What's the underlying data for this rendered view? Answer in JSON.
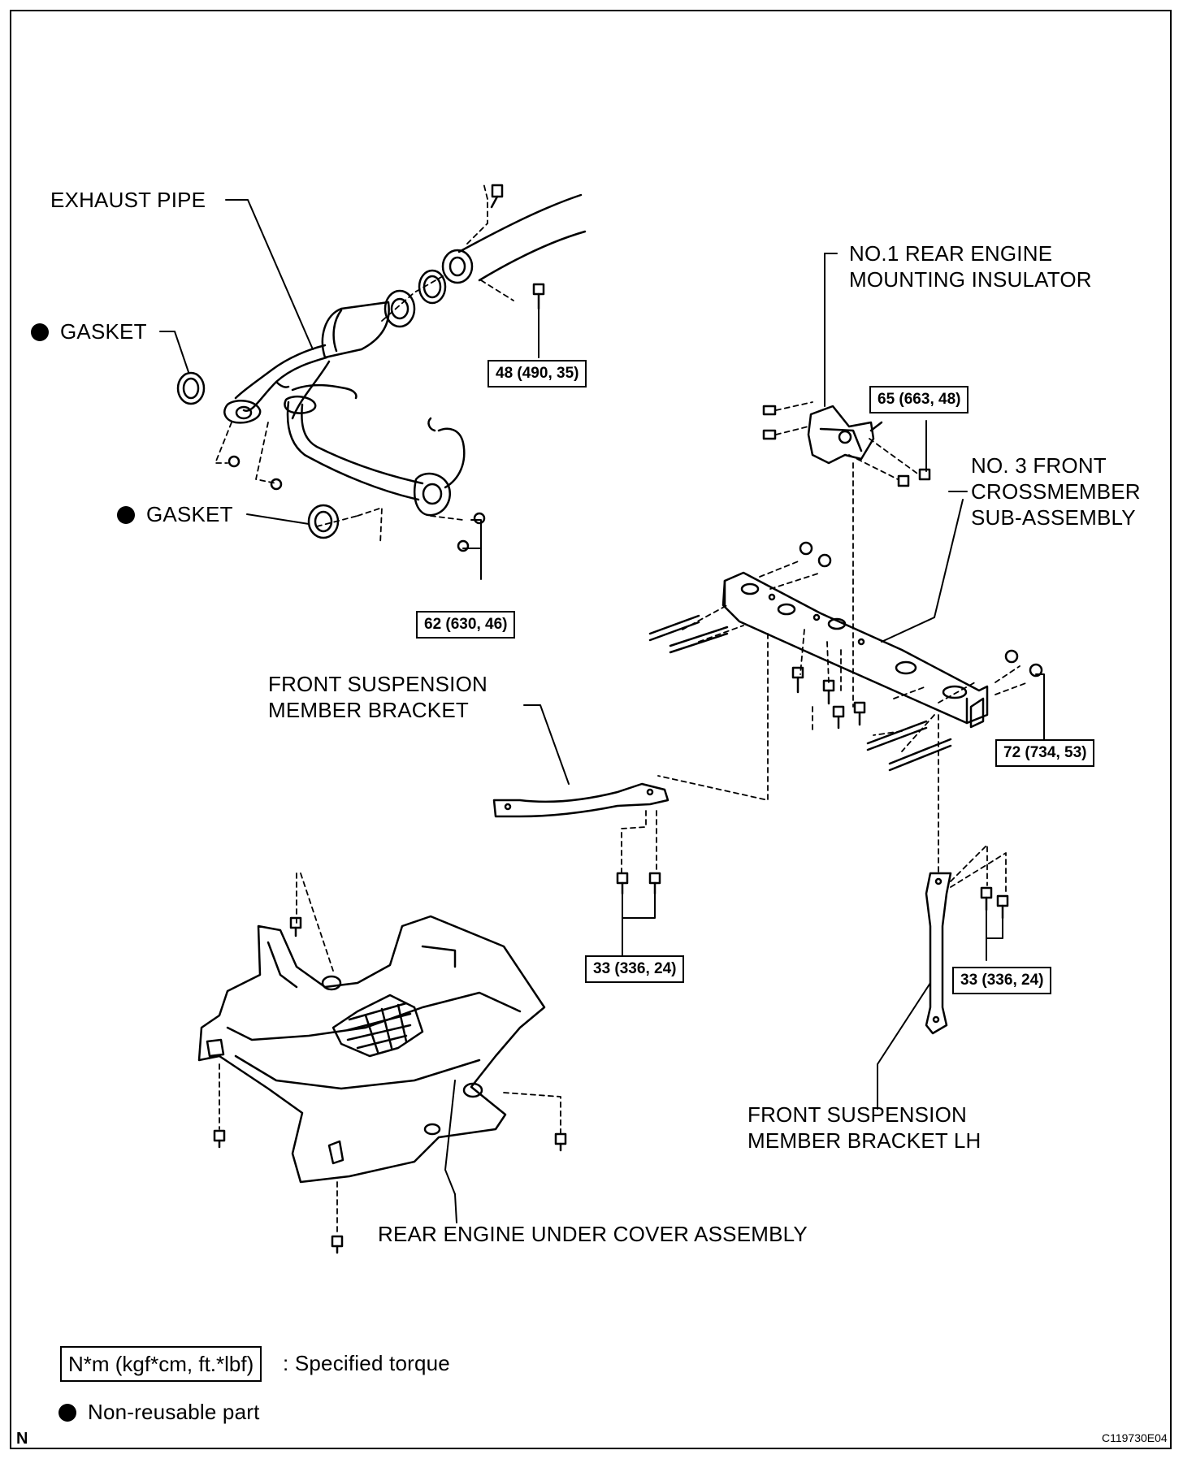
{
  "labels": {
    "exhaust_pipe": "EXHAUST PIPE",
    "gasket_upper": "GASKET",
    "gasket_lower": "GASKET",
    "rear_engine_insulator_line1": "NO.1 REAR ENGINE",
    "rear_engine_insulator_line2": "MOUNTING INSULATOR",
    "crossmember_line1": "NO. 3 FRONT",
    "crossmember_line2": "CROSSMEMBER",
    "crossmember_line3": "SUB-ASSEMBLY",
    "front_susp_bracket_line1": "FRONT SUSPENSION",
    "front_susp_bracket_line2": "MEMBER BRACKET",
    "front_susp_bracket_lh_line1": "FRONT SUSPENSION",
    "front_susp_bracket_lh_line2": "MEMBER BRACKET LH",
    "under_cover": "REAR ENGINE UNDER COVER ASSEMBLY"
  },
  "torques": {
    "t48": "48 (490, 35)",
    "t65": "65 (663, 48)",
    "t62": "62 (630, 46)",
    "t72": "72 (734, 53)",
    "t33a": "33 (336, 24)",
    "t33b": "33 (336, 24)"
  },
  "legend": {
    "torque_unit": "N*m (kgf*cm, ft.*lbf)",
    "torque_desc": ": Specified torque",
    "nonreusable_desc": "Non-reusable part"
  },
  "footer": {
    "north": "N",
    "figure_id": "C119730E04"
  }
}
